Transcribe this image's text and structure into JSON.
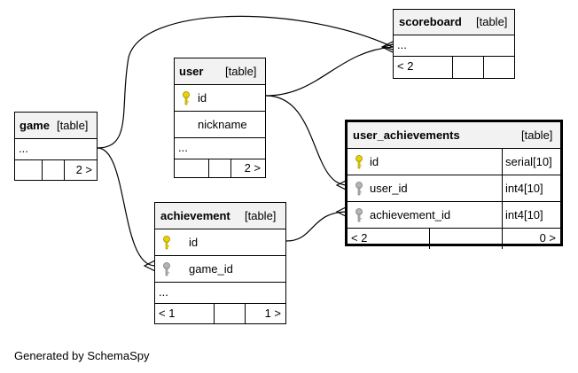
{
  "tables": {
    "scoreboard": {
      "name": "scoreboard",
      "kind": "[table]",
      "more": "...",
      "parents": "< 2"
    },
    "user": {
      "name": "user",
      "kind": "[table]",
      "col_id": "id",
      "col_nickname": "nickname",
      "more": "...",
      "children": "2 >"
    },
    "game": {
      "name": "game",
      "kind": "[table]",
      "more": "...",
      "children": "2 >"
    },
    "user_achievements": {
      "name": "user_achievements",
      "kind": "[table]",
      "col_id": "id",
      "col_id_type": "serial[10]",
      "col_user_id": "user_id",
      "col_user_id_type": "int4[10]",
      "col_achievement_id": "achievement_id",
      "col_achievement_id_type": "int4[10]",
      "parents": "< 2",
      "children": "0 >"
    },
    "achievement": {
      "name": "achievement",
      "kind": "[table]",
      "col_id": "id",
      "col_game_id": "game_id",
      "more": "...",
      "parents": "< 1",
      "children": "1 >"
    }
  },
  "footer": "Generated by SchemaSpy",
  "colors": {
    "primary_key": "#e8d200",
    "foreign_key": "#b4b4b4",
    "header_bg": "#f2f2f2"
  },
  "icons": {
    "primary_key": "key-icon-gold",
    "foreign_key": "key-icon-gray"
  }
}
